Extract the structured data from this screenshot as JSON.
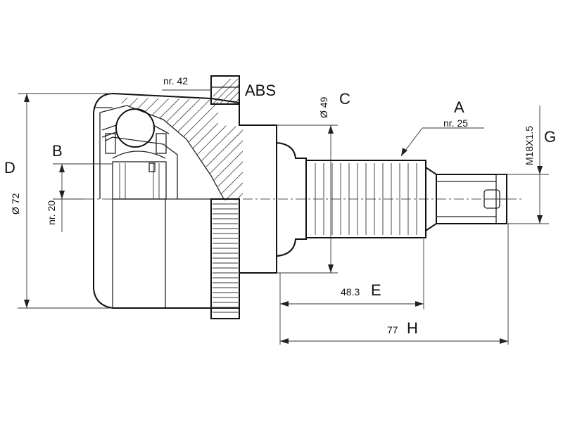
{
  "labels": {
    "abs": "ABS",
    "abs_teeth": "nr. 42",
    "a": "A",
    "a_splines": "nr. 25",
    "b": "B",
    "b_splines": "nr. 20",
    "c": "C",
    "c_dia": "Ø 49",
    "d": "D",
    "d_dia": "Ø 72",
    "e": "E",
    "e_len": "48.3",
    "g": "G",
    "g_thread": "M18X1.5",
    "h": "H",
    "h_len": "77"
  }
}
